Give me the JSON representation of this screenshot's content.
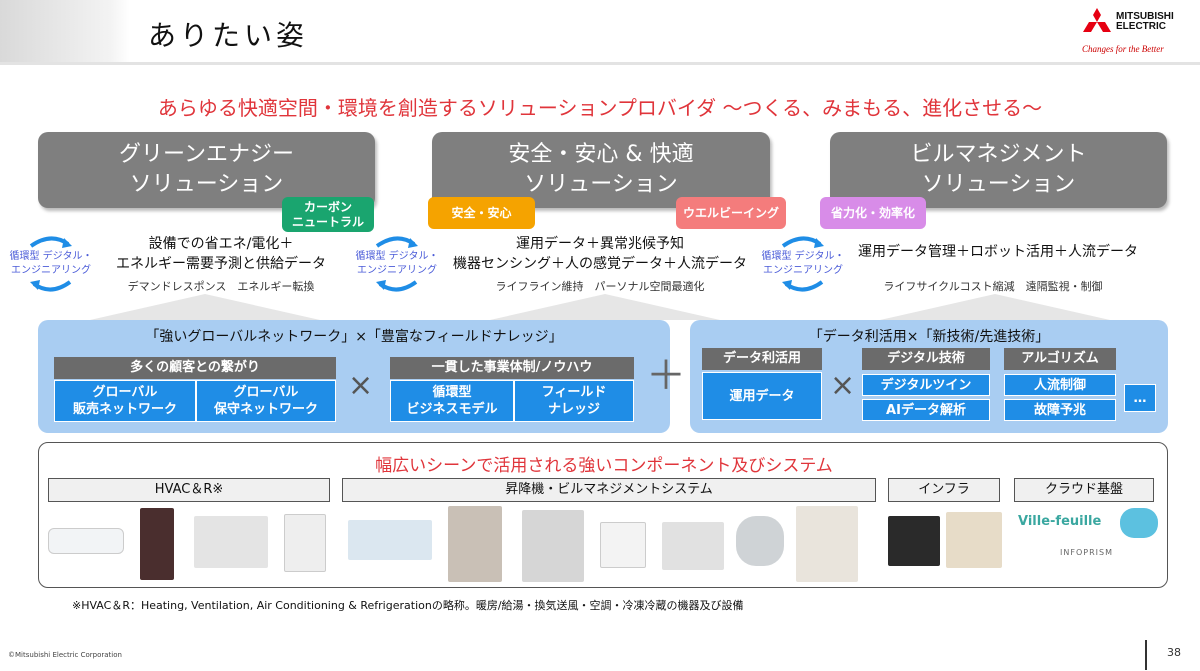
{
  "header": {
    "title": "ありたい姿",
    "logo_text_1": "MITSUBISHI",
    "logo_text_2": "ELECTRIC",
    "logo_tagline": "Changes for the Better"
  },
  "headline": "あらゆる快適空間・環境を創造するソリューションプロバイダ ～つくる、みまもる、進化させる～",
  "solutions": [
    {
      "line1": "グリーンエナジー",
      "line2": "ソリューション",
      "desc1": "設備での省エネ/電化＋",
      "desc2": "エネルギー需要予測と供給データ",
      "sub": "デマンドレスポンス　エネルギー転換"
    },
    {
      "line1": "安全・安心 & 快適",
      "line2": "ソリューション",
      "desc1": "運用データ＋異常兆候予知",
      "desc2": "機器センシング＋人の感覚データ＋人流データ",
      "sub": "ライフライン維持　パーソナル空間最適化"
    },
    {
      "line1": "ビルマネジメント",
      "line2": "ソリューション",
      "desc1": "運用データ管理＋ロボット活用＋人流データ",
      "sub": "ライフサイクルコスト縮減　遠隔監視・制御"
    }
  ],
  "tags": {
    "carbon1": "カーボン",
    "carbon2": "ニュートラル",
    "safety": "安全・安心",
    "wellbeing": "ウエルビーイング",
    "efficiency": "省力化・効率化"
  },
  "cycle": {
    "line1": "循環型 デジタル・",
    "line2": "エンジニアリング"
  },
  "colors": {
    "green": "#1aa56f",
    "orange": "#f5a300",
    "pink": "#f47c7c",
    "violet": "#d88ce8",
    "red": "#e0353b",
    "blue": "#1f8de6"
  },
  "left_panel": {
    "title": "「強いグローバルネットワーク」×「豊富なフィールドナレッジ」",
    "group1": "多くの顧客との繋がり",
    "g1a1": "グローバル",
    "g1a2": "販売ネットワーク",
    "g1b1": "グローバル",
    "g1b2": "保守ネットワーク",
    "group2": "一貫した事業体制/ノウハウ",
    "g2a1": "循環型",
    "g2a2": "ビジネスモデル",
    "g2b1": "フィールド",
    "g2b2": "ナレッジ",
    "times": "×"
  },
  "plus": "＋",
  "right_panel": {
    "title": "「データ利活用×「新技術/先進技術」",
    "h1": "データ利活用",
    "b1": "運用データ",
    "times": "×",
    "h2": "デジタル技術",
    "b2a": "デジタルツイン",
    "b2b": "AIデータ解析",
    "h3": "アルゴリズム",
    "b3a": "人流制御",
    "b3b": "故障予兆",
    "more": "…"
  },
  "bottom": {
    "title": "幅広いシーンで活用される強いコンポーネント及びシステム",
    "cats": [
      "HVAC＆R※",
      "昇降機・ビルマネジメントシステム",
      "インフラ",
      "クラウド基盤"
    ],
    "logo1": "Ville-feuille",
    "logo2": "INFOPRISM"
  },
  "footnote": "※HVAC＆R：Heating, Ventilation, Air Conditioning & Refrigerationの略称。暖房/給湯・換気送風・空調・冷凍冷蔵の機器及び設備",
  "copyright": "©Mitsubishi Electric Corporation",
  "page": "38"
}
